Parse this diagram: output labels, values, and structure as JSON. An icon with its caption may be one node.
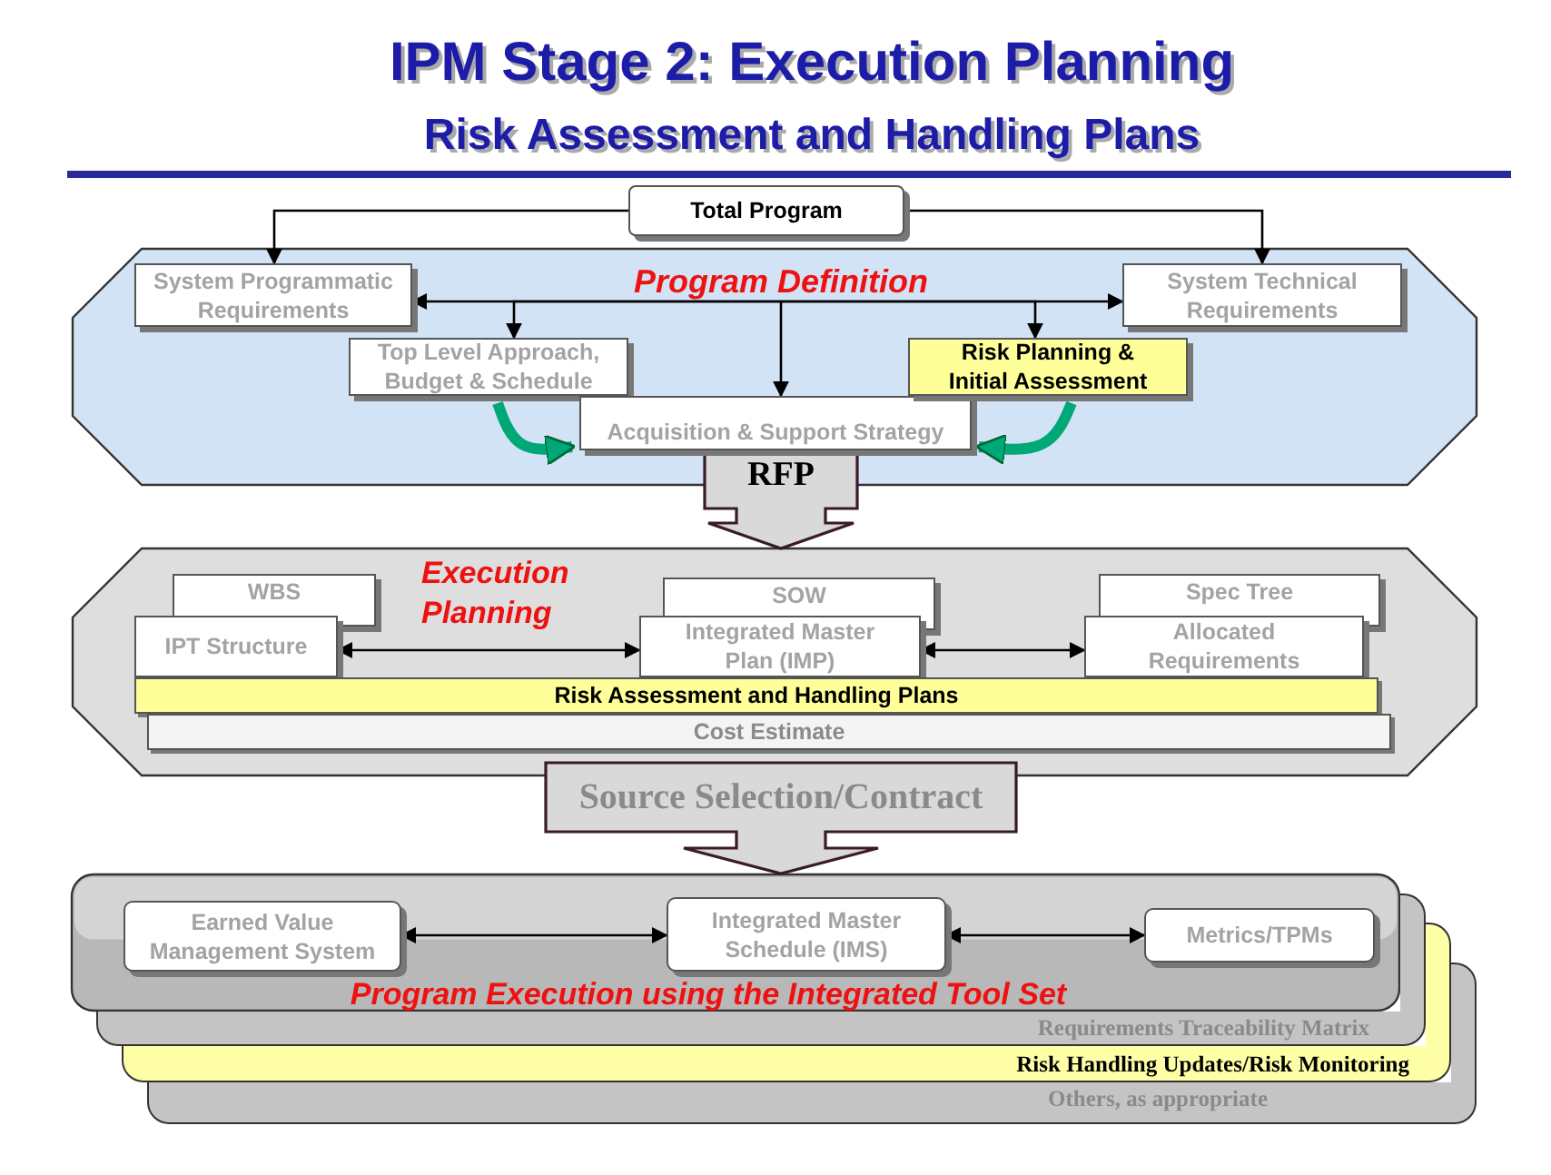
{
  "diagram": {
    "title": "IPM Stage 2: Execution Planning",
    "nodes": [
      {
        "text": [
          "Total Program"
        ]
      },
      {
        "text": [
          "Program Definition"
        ]
      },
      {
        "text": [
          "System Programmatic Requirements"
        ],
        "in": 1
      },
      {
        "text": [
          "System Technical Requirements"
        ],
        "in": 1
      },
      {
        "text": [
          "Top Level Approach, Budget & Schedule"
        ],
        "in": 1
      },
      {
        "text": [
          "Acquisition & Support Strategy"
        ],
        "in": 1
      },
      {
        "text": [
          "Risk Planning & Initial Assessment"
        ],
        "in": 1
      },
      {
        "text": [
          "Execution Planning"
        ]
      },
      {
        "text": [
          "WBS"
        ],
        "in": 7
      },
      {
        "text": [
          "IPT Structure"
        ],
        "in": 7
      },
      {
        "text": [
          "SOW"
        ],
        "in": 7
      },
      {
        "text": [
          "Integrated Master Plan (IMP)"
        ],
        "in": 7
      },
      {
        "text": [
          "Spec Tree"
        ],
        "in": 7
      },
      {
        "text": [
          "Allocated Requirements"
        ],
        "in": 7
      },
      {
        "text": [
          "Risk Assessment and Handling Plans"
        ],
        "in": 7
      },
      {
        "text": [
          "Cost Estimate"
        ],
        "in": 7
      },
      {
        "text": [
          "Program Execution using the Integrated Tool Set"
        ]
      },
      {
        "text": [
          "Earned Value Management System"
        ],
        "in": 16
      },
      {
        "text": [
          "Integrated Master Schedule (IMS)"
        ],
        "in": 16
      },
      {
        "text": [
          "Metrics/TPMs"
        ],
        "in": 16
      },
      {
        "text": [
          "Requirements Traceability Matrix"
        ]
      },
      {
        "text": [
          "Risk Handling Updates/Risk Monitoring"
        ]
      },
      {
        "text": [
          "Others, as appropriate"
        ]
      }
    ],
    "edges": [
      {
        "from": 0,
        "to": 2,
        "arrow": "to"
      },
      {
        "from": 0,
        "to": 3,
        "arrow": "to"
      },
      {
        "from": 2,
        "to": 3,
        "arrow": "both"
      },
      {
        "from": 1,
        "to": 4,
        "arrow": "to"
      },
      {
        "from": 1,
        "to": 5,
        "arrow": "to"
      },
      {
        "from": 1,
        "to": 6,
        "arrow": "to"
      },
      {
        "from": 4,
        "to": 5,
        "arrow": "to",
        "style": "thick",
        "color": "#00a878"
      },
      {
        "from": 6,
        "to": 5,
        "arrow": "to",
        "style": "thick",
        "color": "#00a878"
      },
      {
        "from": 1,
        "to": 7,
        "arrow": "to",
        "label": "RFP",
        "style": "thick"
      },
      {
        "from": 9,
        "to": 11,
        "arrow": "both"
      },
      {
        "from": 11,
        "to": 13,
        "arrow": "both"
      },
      {
        "from": 7,
        "to": 16,
        "arrow": "to",
        "label": "Source Selection/Contract",
        "style": "thick"
      },
      {
        "from": 17,
        "to": 18,
        "arrow": "both"
      },
      {
        "from": 18,
        "to": 19,
        "arrow": "both"
      }
    ],
    "labels": [
      "Risk Assessment and Handling Plans"
    ]
  }
}
